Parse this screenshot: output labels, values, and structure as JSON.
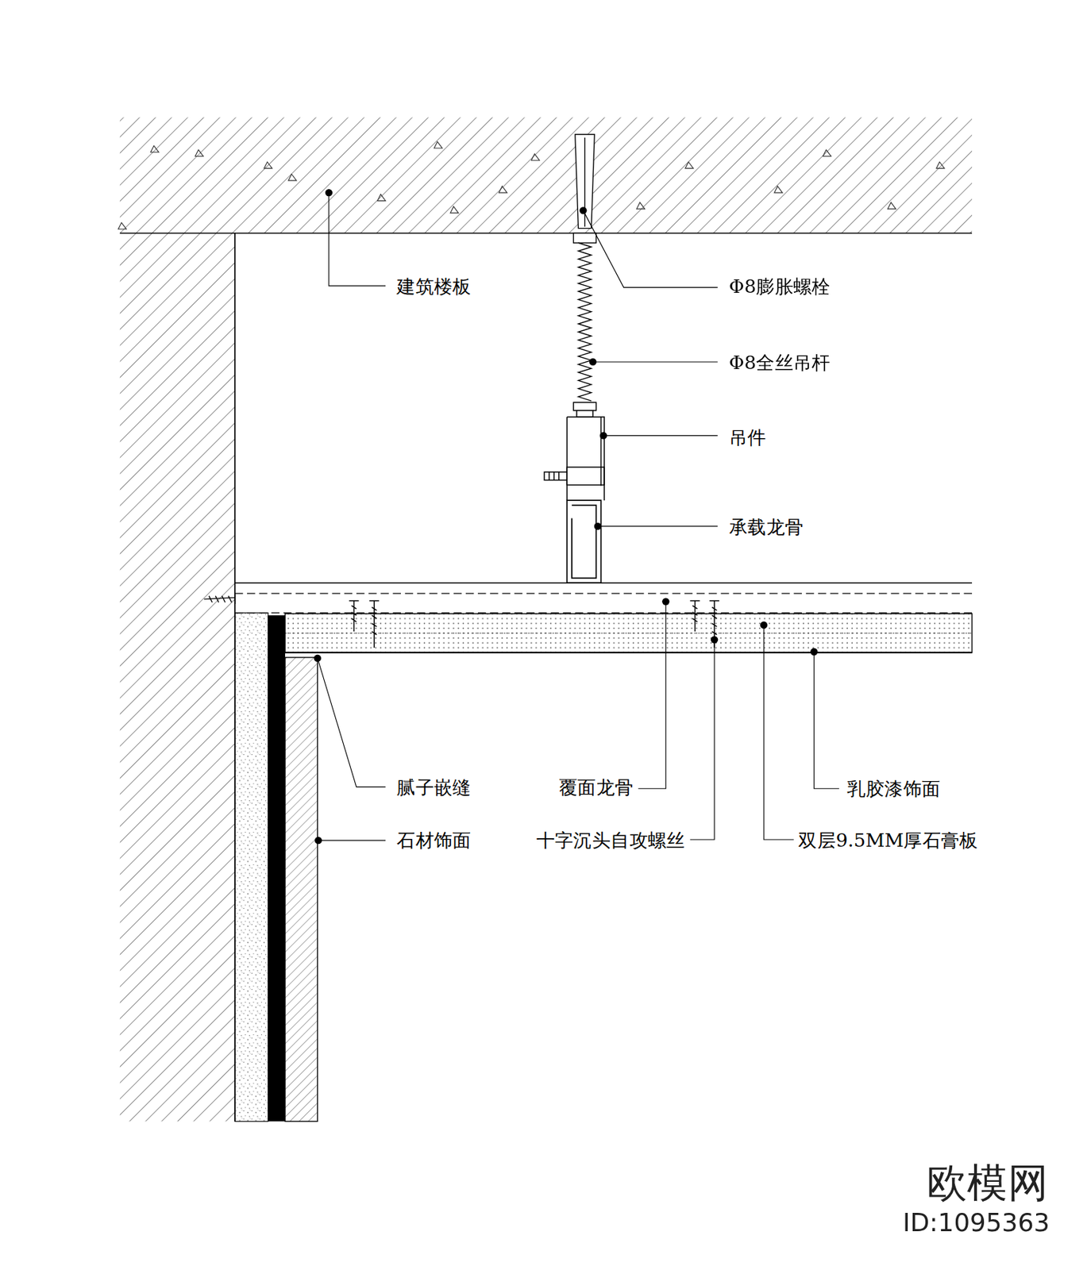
{
  "diagram": {
    "labels": [
      "建筑楼板",
      "Φ8膨胀螺栓",
      "Φ8全丝吊杆",
      "吊件",
      "承载龙骨",
      "腻子嵌缝",
      "覆面龙骨",
      "乳胶漆饰面",
      "石材饰面",
      "十字沉头自攻螺丝",
      "双层9.5MM厚石膏板",
      "欧模网",
      "ID:1095363"
    ]
  }
}
